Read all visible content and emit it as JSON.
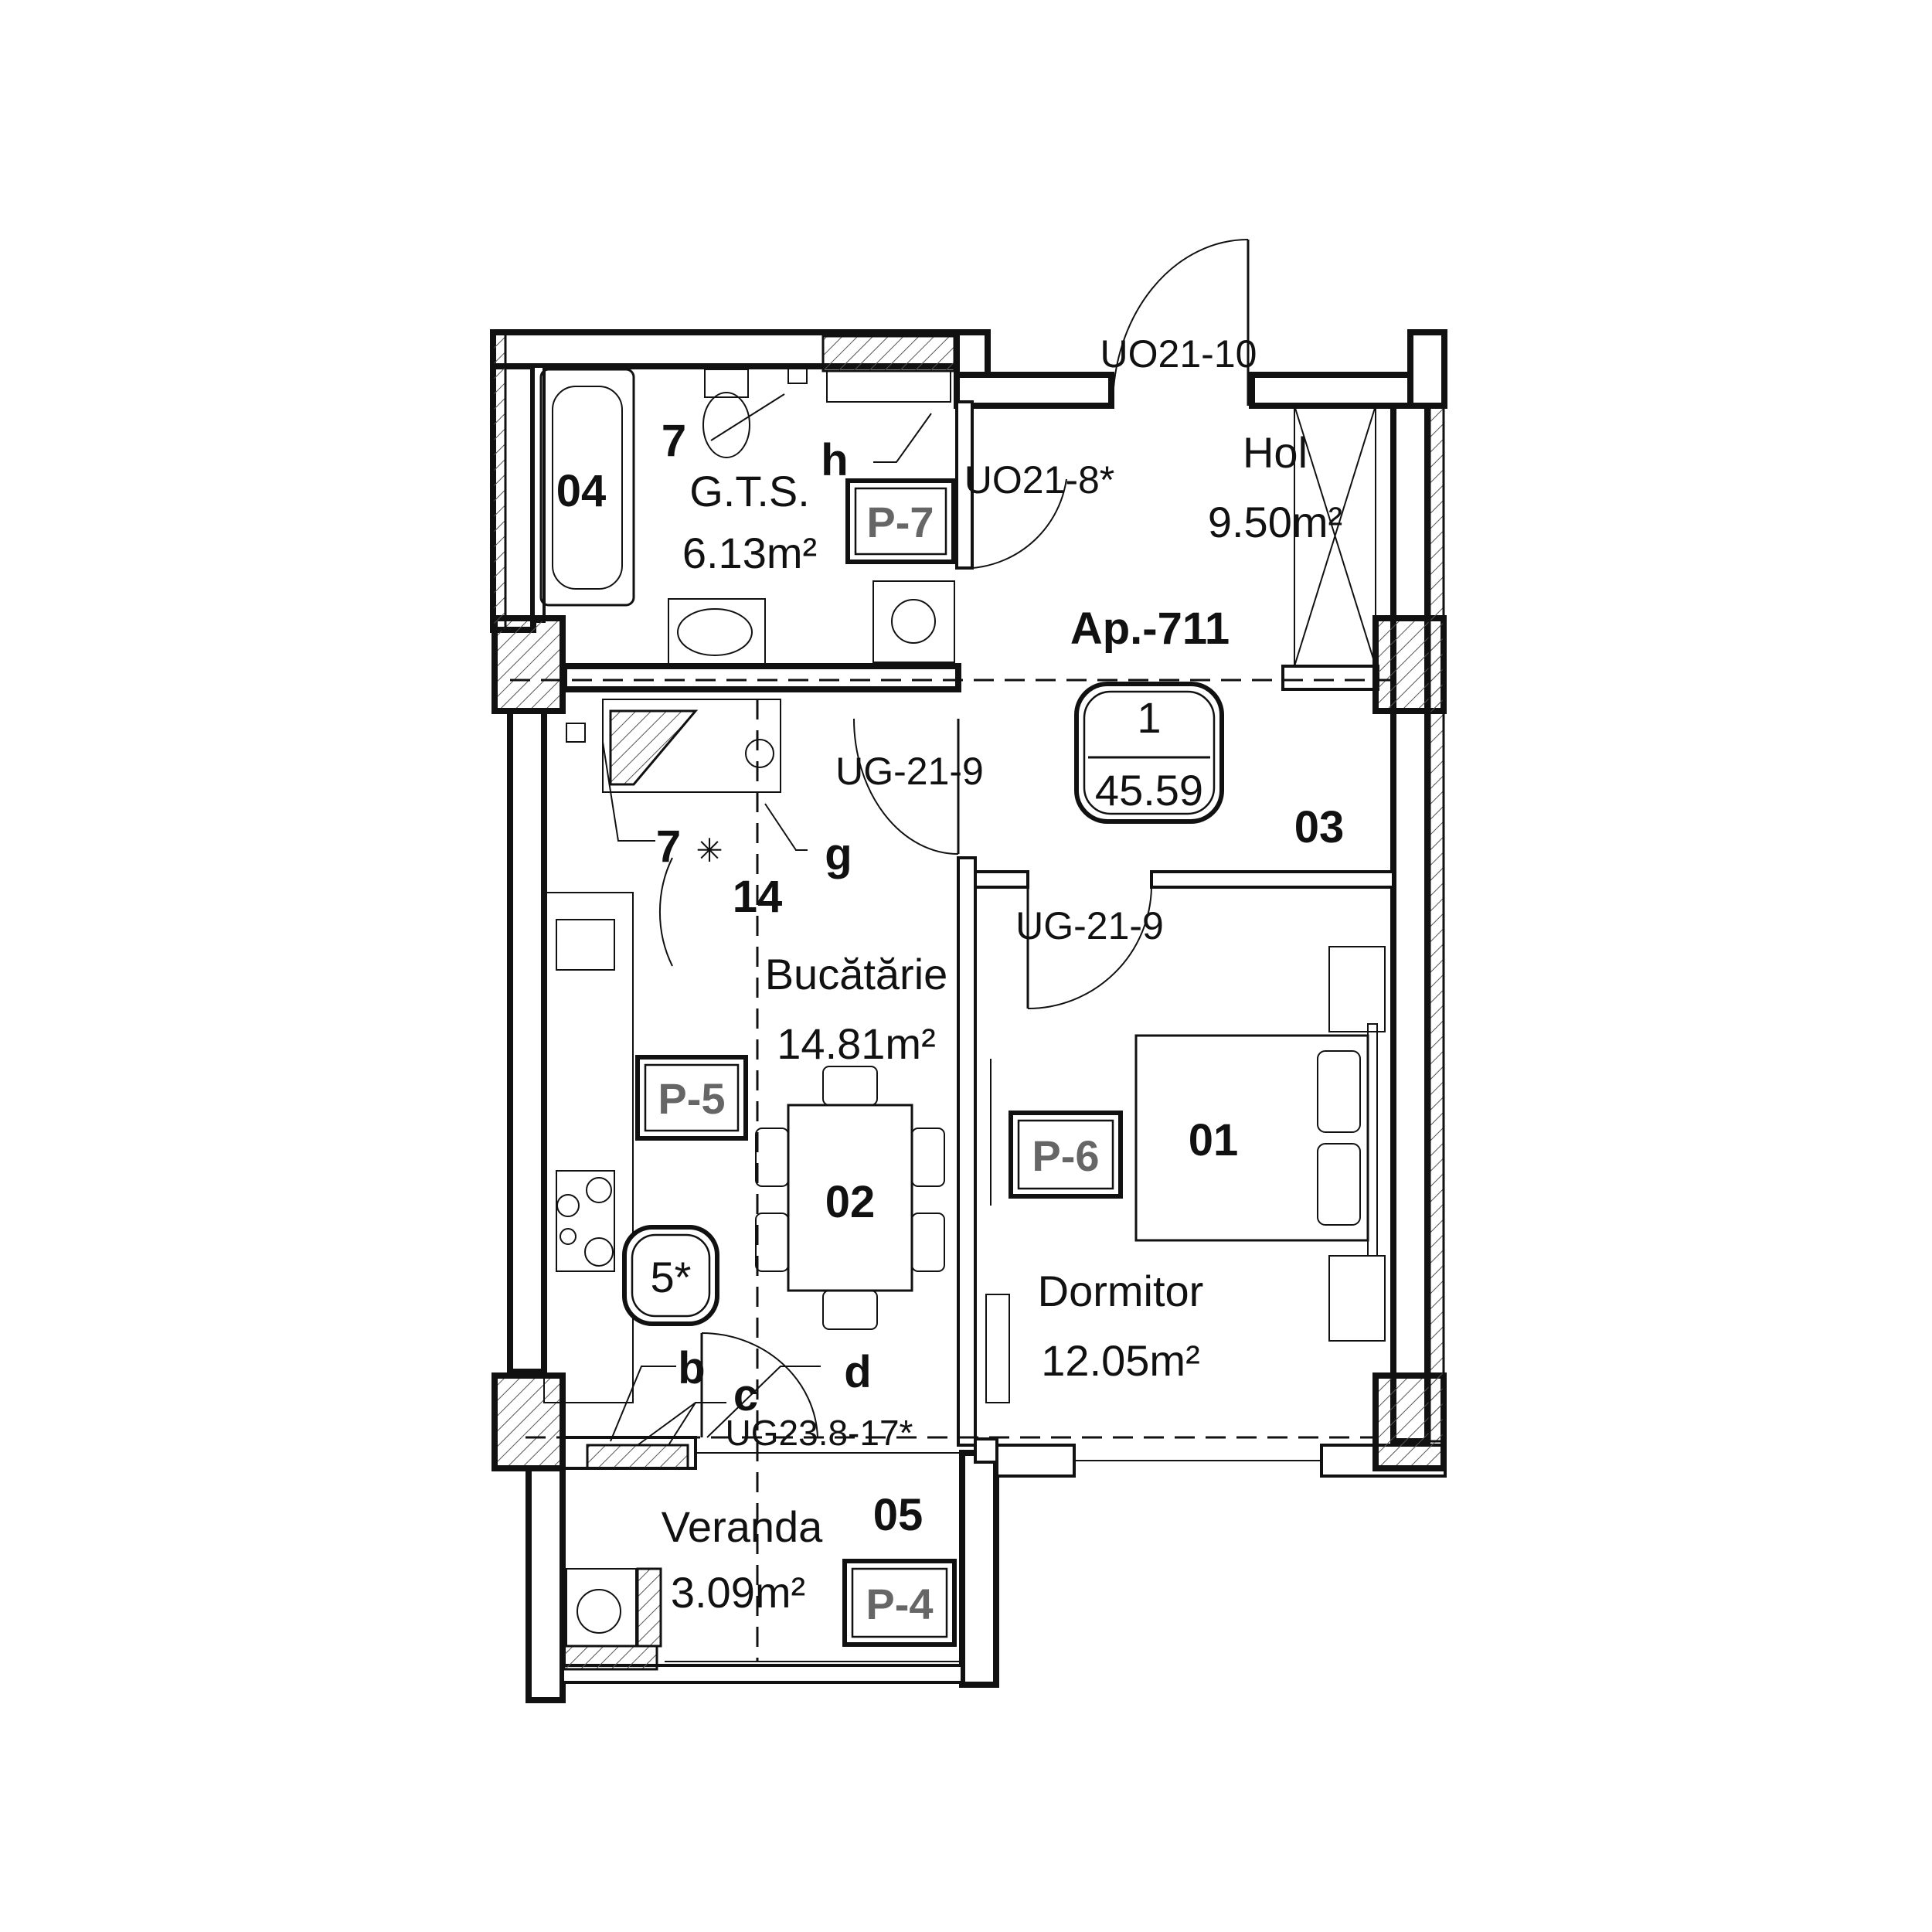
{
  "apartment": {
    "title": "Ap.-711",
    "type_number": "1",
    "total_area": "45.59"
  },
  "rooms": [
    {
      "id": "01",
      "name": "Dormitor",
      "area": "12.05m²"
    },
    {
      "id": "02",
      "name": "Bucătărie",
      "area": "14.81m²"
    },
    {
      "id": "03",
      "name": "Hol",
      "area": "9.50m²"
    },
    {
      "id": "04",
      "name": "G.T.S.",
      "area": "6.13m²"
    },
    {
      "id": "05",
      "name": "Veranda",
      "area": "3.09m²"
    }
  ],
  "panel_tags": [
    "P-7",
    "P-5",
    "P-6",
    "P-4"
  ],
  "doors": [
    "UO21-10",
    "UO21-8*",
    "UG-21-9",
    "UG-21-9",
    "UG23.8-17*"
  ],
  "markers": {
    "seven_top": "7",
    "h": "h",
    "seven_kitchen": "7",
    "g": "g",
    "fourteen": "14",
    "b": "b",
    "c": "c",
    "d": "d",
    "five_star": "5*"
  }
}
